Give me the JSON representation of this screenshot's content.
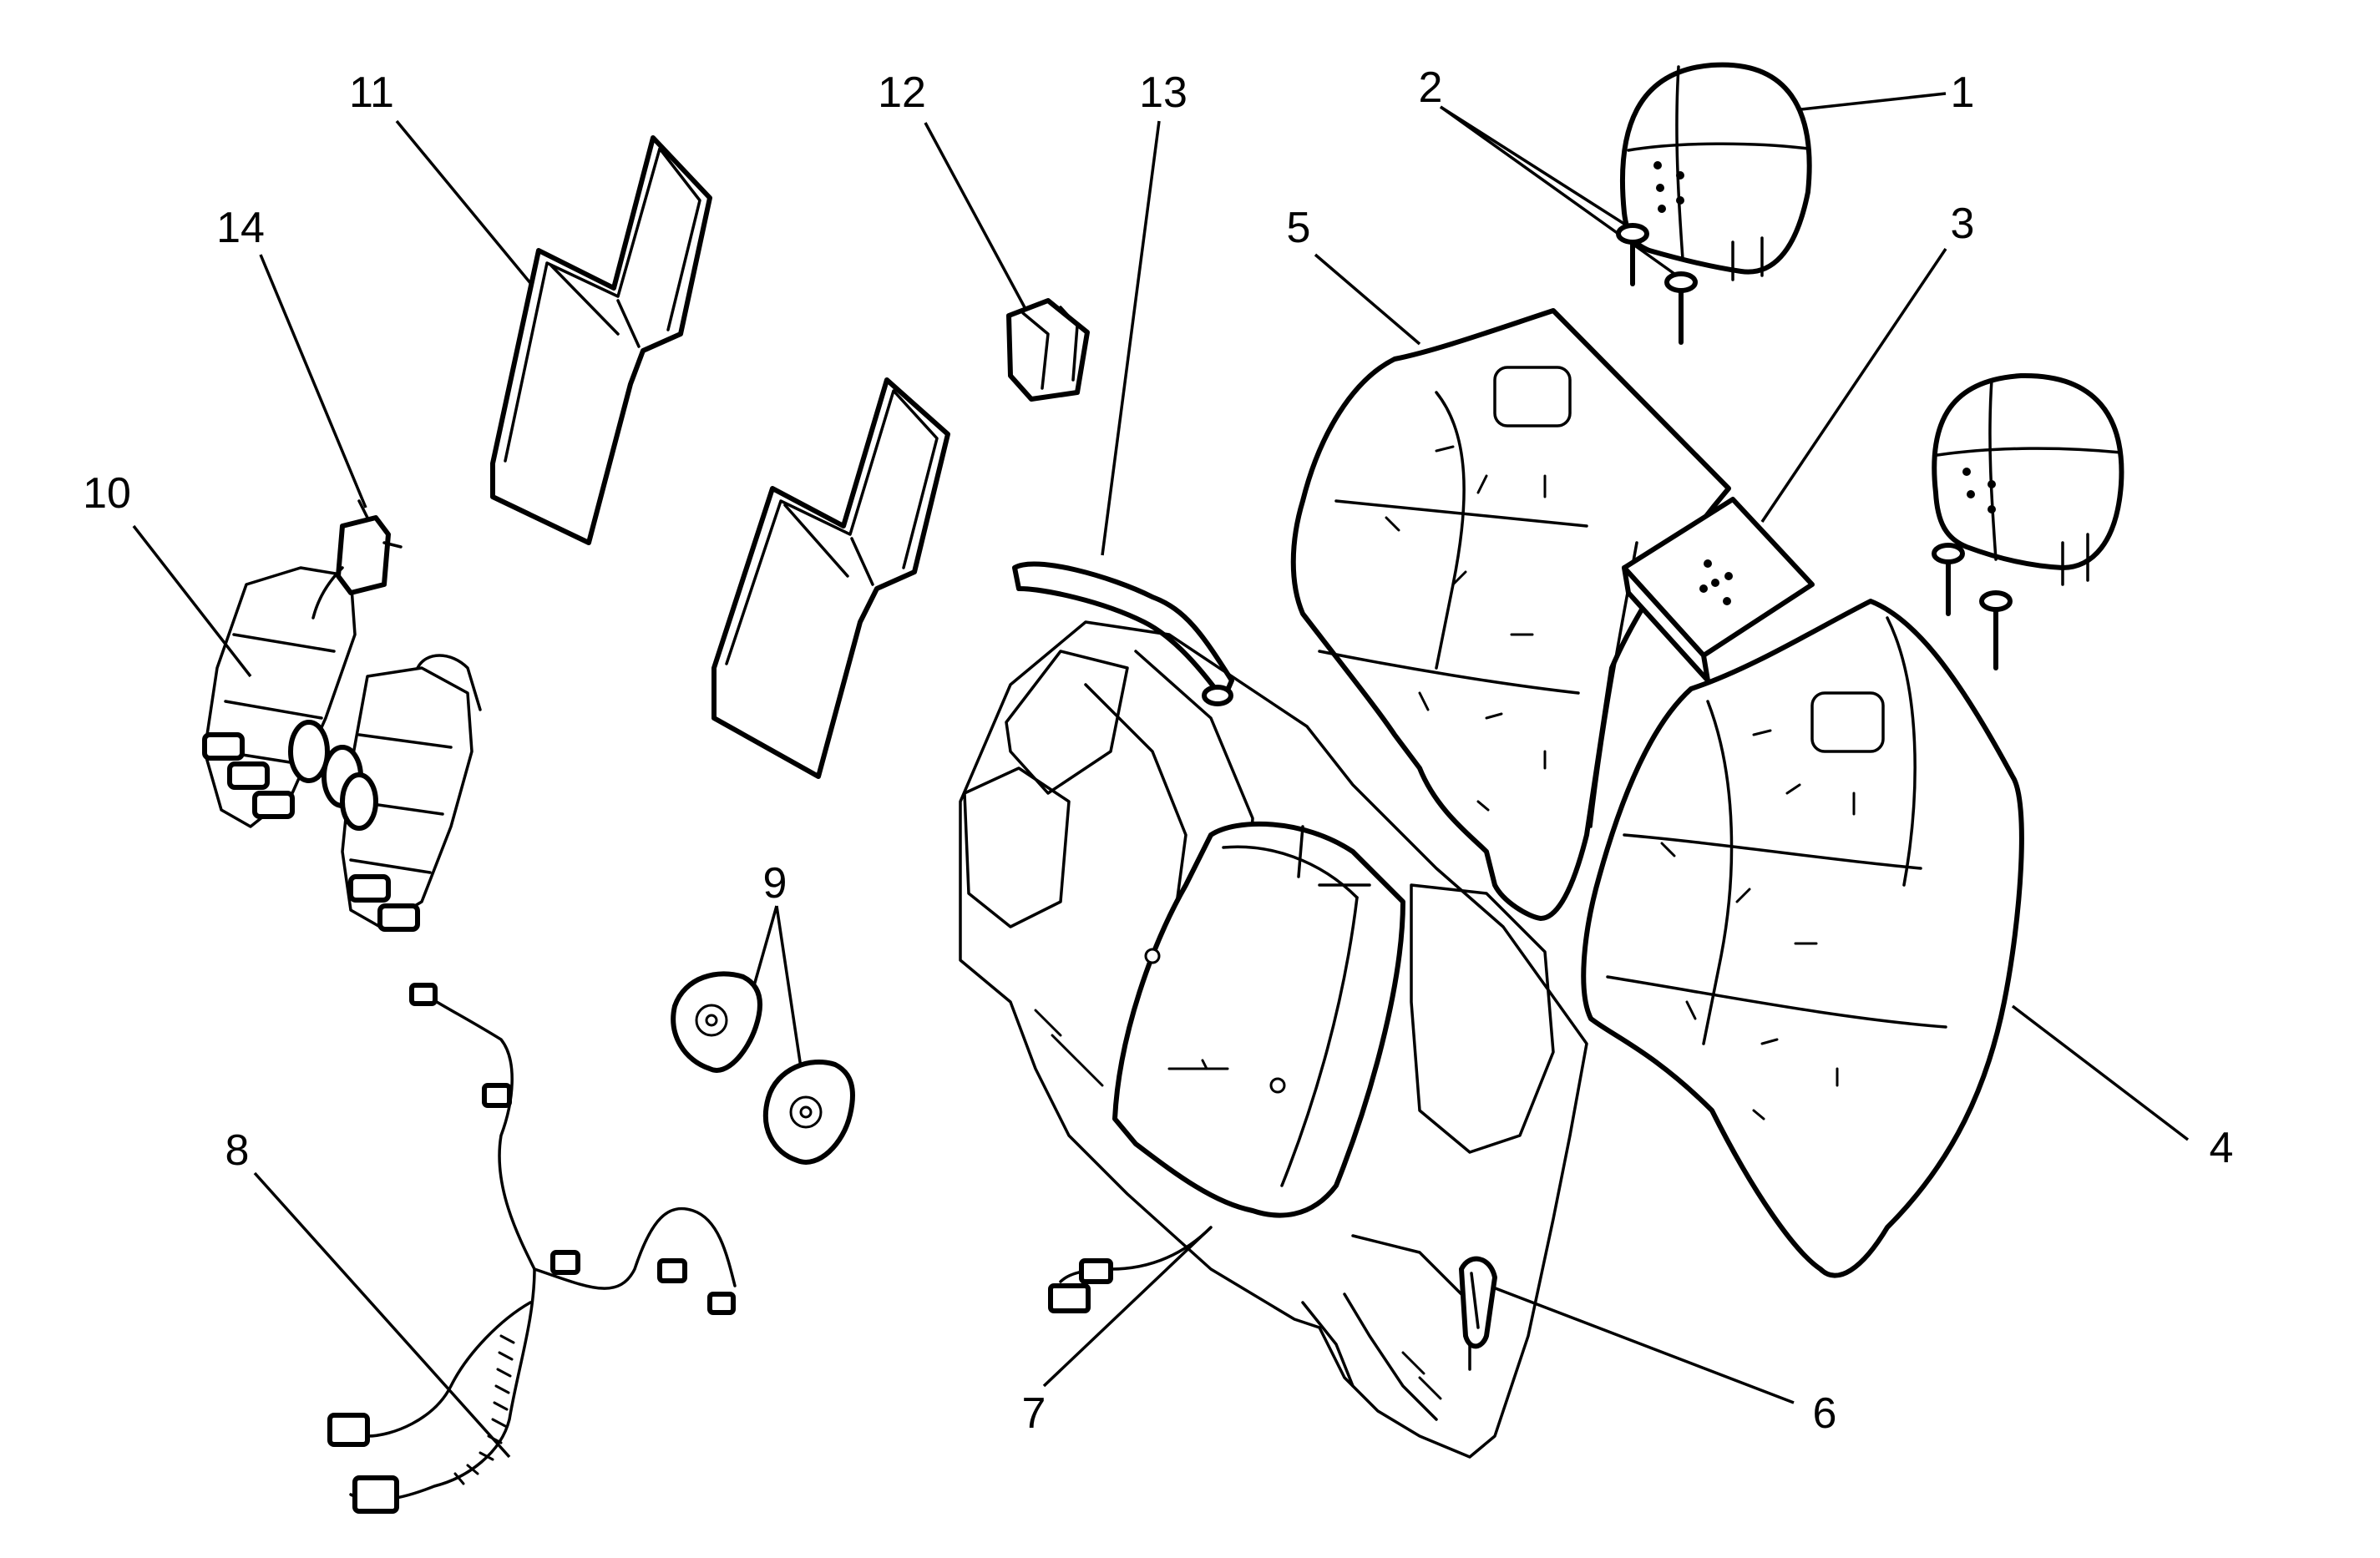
{
  "diagram": {
    "background": "#ffffff",
    "line_color": "#000000",
    "callouts": [
      "1",
      "2",
      "3",
      "4",
      "5",
      "6",
      "7",
      "8",
      "9",
      "10",
      "11",
      "12",
      "13",
      "14"
    ]
  }
}
